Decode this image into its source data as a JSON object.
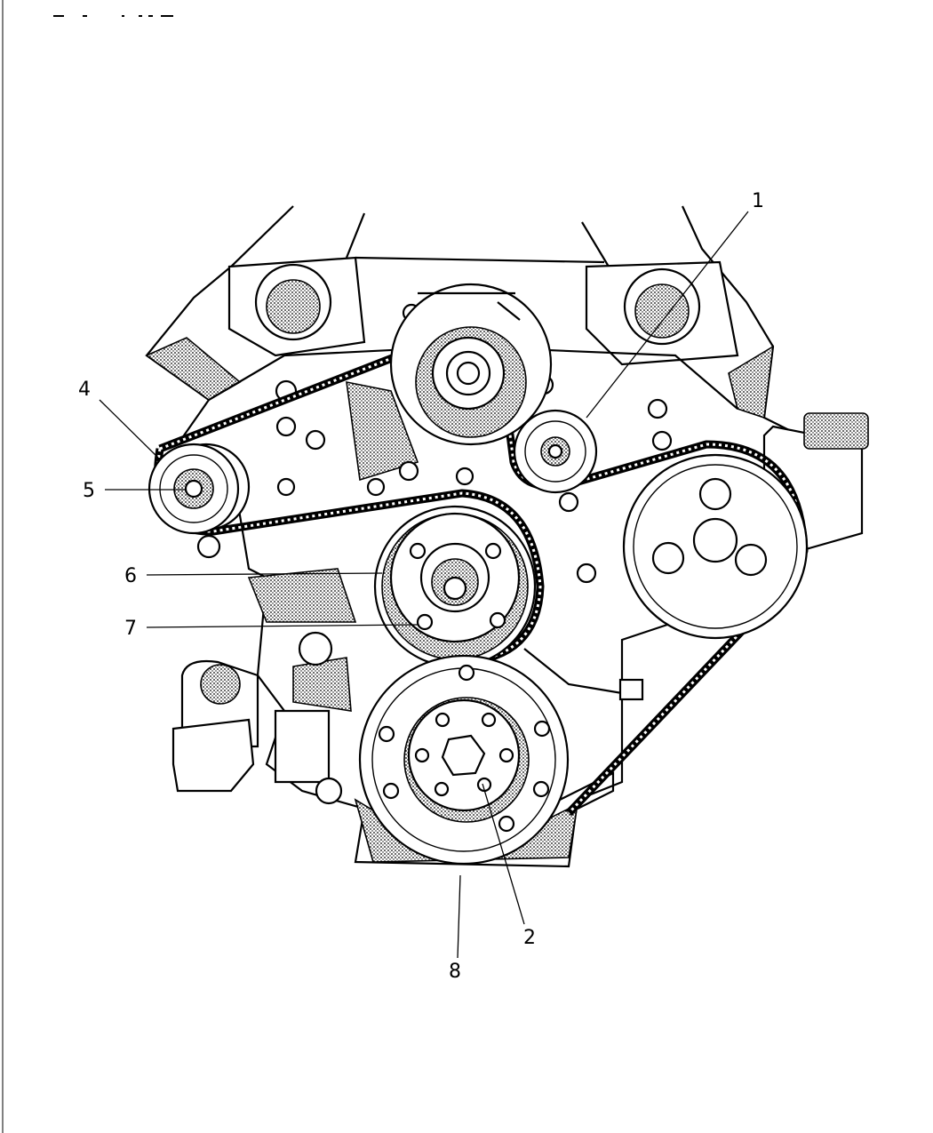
{
  "diagram": {
    "callouts": [
      {
        "id": "1",
        "label": "1"
      },
      {
        "id": "2",
        "label": "2"
      },
      {
        "id": "4",
        "label": "4"
      },
      {
        "id": "5",
        "label": "5"
      },
      {
        "id": "6",
        "label": "6"
      },
      {
        "id": "7",
        "label": "7"
      },
      {
        "id": "8",
        "label": "8"
      }
    ]
  }
}
